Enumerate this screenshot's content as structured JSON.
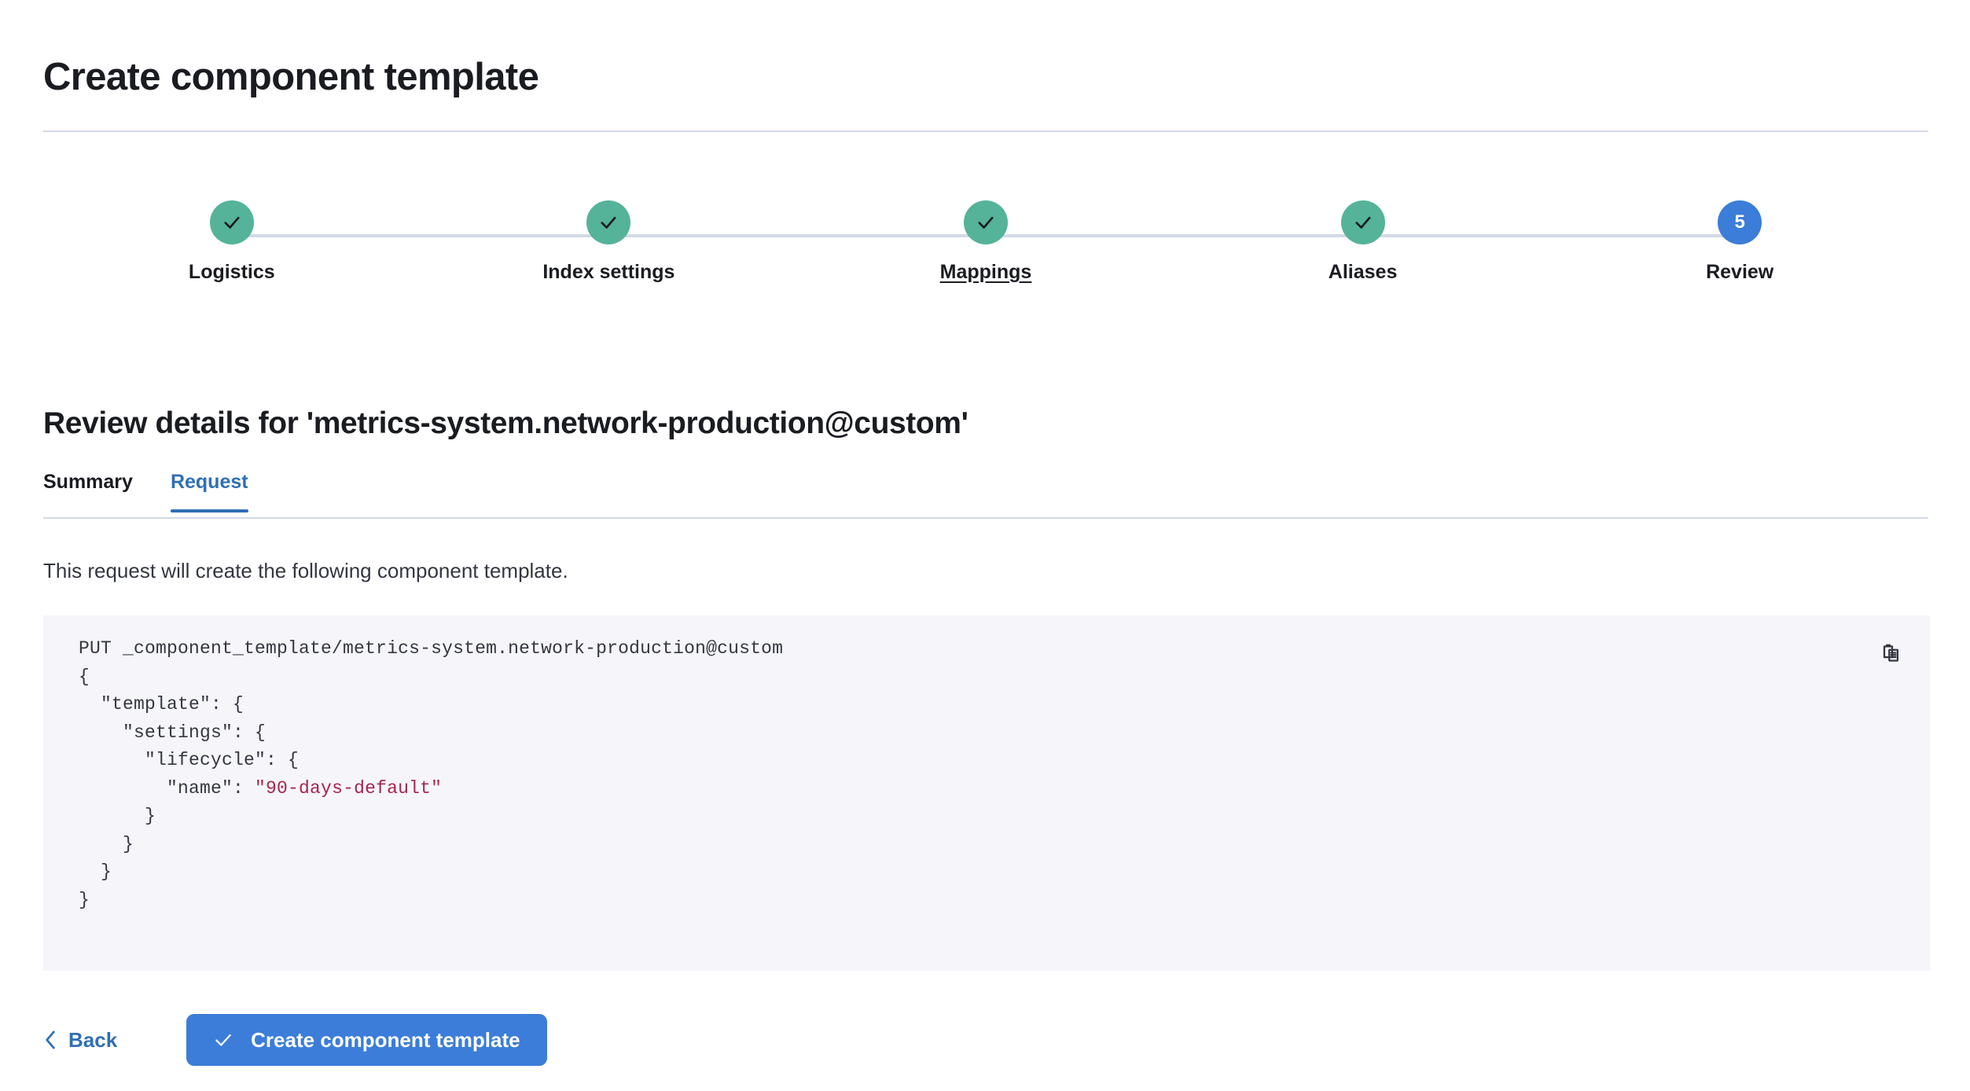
{
  "page": {
    "title": "Create component template"
  },
  "stepper": {
    "steps": [
      {
        "label": "Logistics",
        "state": "done",
        "icon": "check-icon",
        "number": "1",
        "hovered": false
      },
      {
        "label": "Index settings",
        "state": "done",
        "icon": "check-icon",
        "number": "2",
        "hovered": false
      },
      {
        "label": "Mappings",
        "state": "done",
        "icon": "check-icon",
        "number": "3",
        "hovered": true
      },
      {
        "label": "Aliases",
        "state": "done",
        "icon": "check-icon",
        "number": "4",
        "hovered": false
      },
      {
        "label": "Review",
        "state": "current",
        "icon": "number",
        "number": "5",
        "hovered": false
      }
    ]
  },
  "review": {
    "heading": "Review details for 'metrics-system.network-production@custom'",
    "tabs": [
      {
        "label": "Summary",
        "active": false
      },
      {
        "label": "Request",
        "active": true
      }
    ],
    "description": "This request will create the following component template.",
    "request": {
      "method_line": "PUT _component_template/metrics-system.network-production@custom",
      "body_before_string": "{\n  \"template\": {\n    \"settings\": {\n      \"lifecycle\": {\n        \"name\": ",
      "string_value": "\"90-days-default\"",
      "body_after_string": "\n      }\n    }\n  }\n}"
    },
    "copy_icon": "clipboard-copy-icon"
  },
  "footer": {
    "back_label": "Back",
    "back_icon": "chevron-left-icon",
    "submit_label": "Create component template",
    "submit_icon": "check-icon"
  },
  "colors": {
    "accent_blue": "#3b7dd8",
    "tab_blue": "#2f6fb5",
    "success_teal": "#54b399",
    "code_bg": "#f5f5fa",
    "code_string": "#a5264c",
    "divider": "#d3dae6",
    "text": "#1a1c21"
  }
}
